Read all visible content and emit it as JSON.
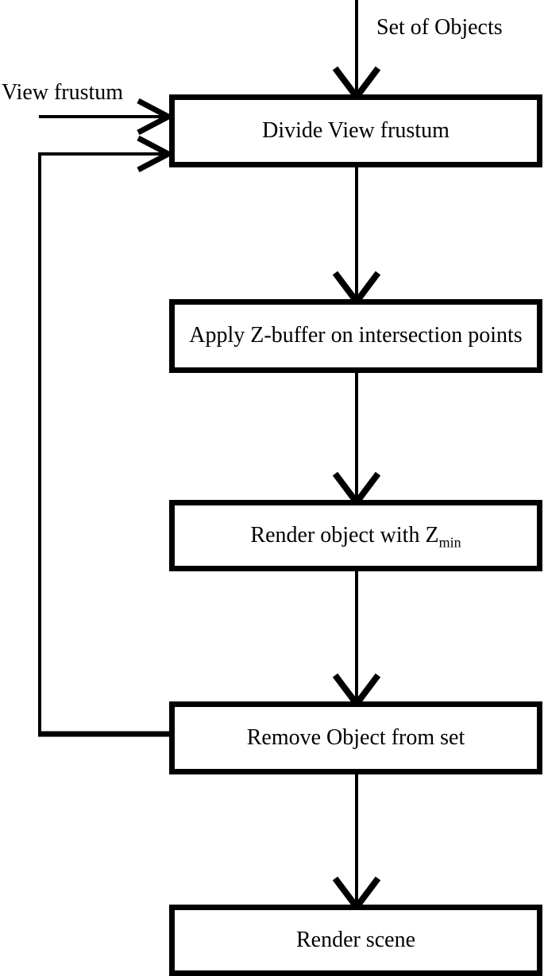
{
  "diagram": {
    "type": "flowchart",
    "background_color": "#ffffff",
    "line_color": "#000000",
    "inputs": {
      "set_of_objects": "Set of Objects",
      "view_frustum": "View frustum"
    },
    "nodes": [
      {
        "id": "divide-view-frustum",
        "label": "Divide View frustum"
      },
      {
        "id": "apply-z-buffer",
        "label": "Apply Z-buffer on intersection points"
      },
      {
        "id": "render-object-zmin",
        "label": "Render object with Z",
        "subscript": "min"
      },
      {
        "id": "remove-object",
        "label": "Remove Object from set"
      },
      {
        "id": "render-scene",
        "label": "Render scene"
      }
    ],
    "edges": [
      {
        "from": "Set of Objects",
        "to": "Divide View frustum",
        "style": "arrow-down"
      },
      {
        "from": "View frustum",
        "to": "Divide View frustum",
        "style": "arrow-right"
      },
      {
        "from": "Divide View frustum",
        "to": "Apply Z-buffer on intersection points",
        "style": "arrow-down"
      },
      {
        "from": "Apply Z-buffer on intersection points",
        "to": "Render object with Zmin",
        "style": "arrow-down"
      },
      {
        "from": "Render object with Zmin",
        "to": "Remove Object from set",
        "style": "arrow-down"
      },
      {
        "from": "Remove Object from set",
        "to": "Divide View frustum",
        "style": "feedback-loop-left"
      },
      {
        "from": "Remove Object from set",
        "to": "Render scene",
        "style": "arrow-down"
      }
    ]
  }
}
